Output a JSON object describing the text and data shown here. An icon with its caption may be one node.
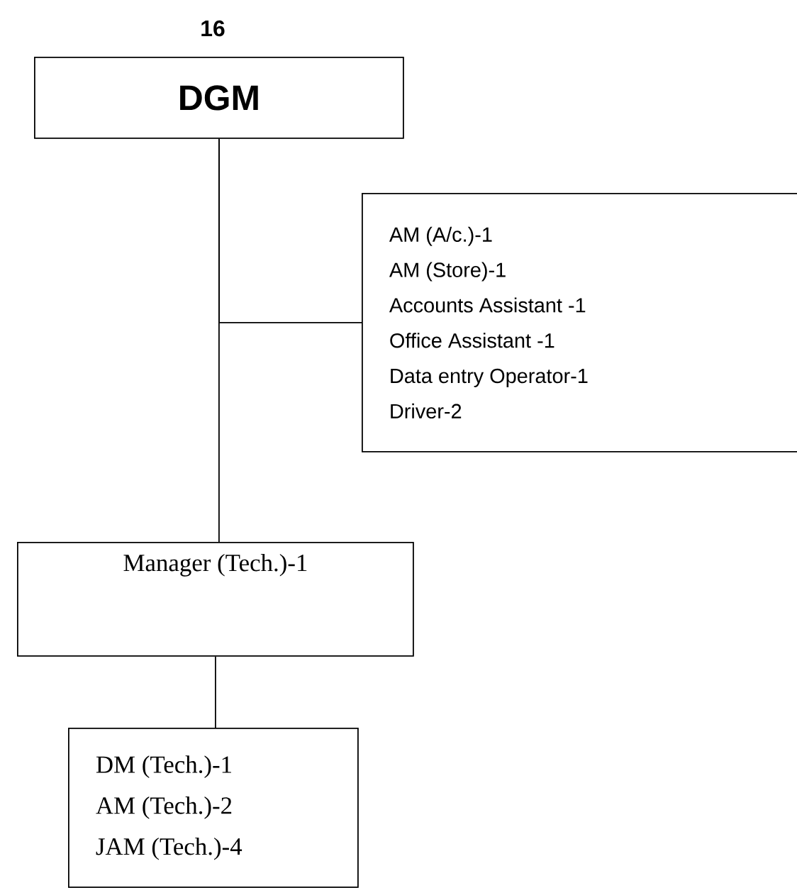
{
  "diagram": {
    "title": "16",
    "nodes": [
      {
        "text": [
          "DGM"
        ]
      },
      {
        "text": [
          "AM (A/c.)-1",
          "AM (Store)-1",
          "Accounts Assistant -1",
          "Office Assistant -1",
          "Data entry Operator-1",
          "Driver-2"
        ]
      },
      {
        "text": [
          "Manager (Tech.)-1"
        ]
      },
      {
        "text": [
          "DM (Tech.)-1",
          "AM (Tech.)-2",
          "JAM (Tech.)-4"
        ]
      }
    ],
    "edges": [
      {
        "from": 0,
        "to": 1,
        "arrow": "none"
      },
      {
        "from": 0,
        "to": 2,
        "arrow": "none"
      },
      {
        "from": 2,
        "to": 3,
        "arrow": "none"
      }
    ]
  }
}
